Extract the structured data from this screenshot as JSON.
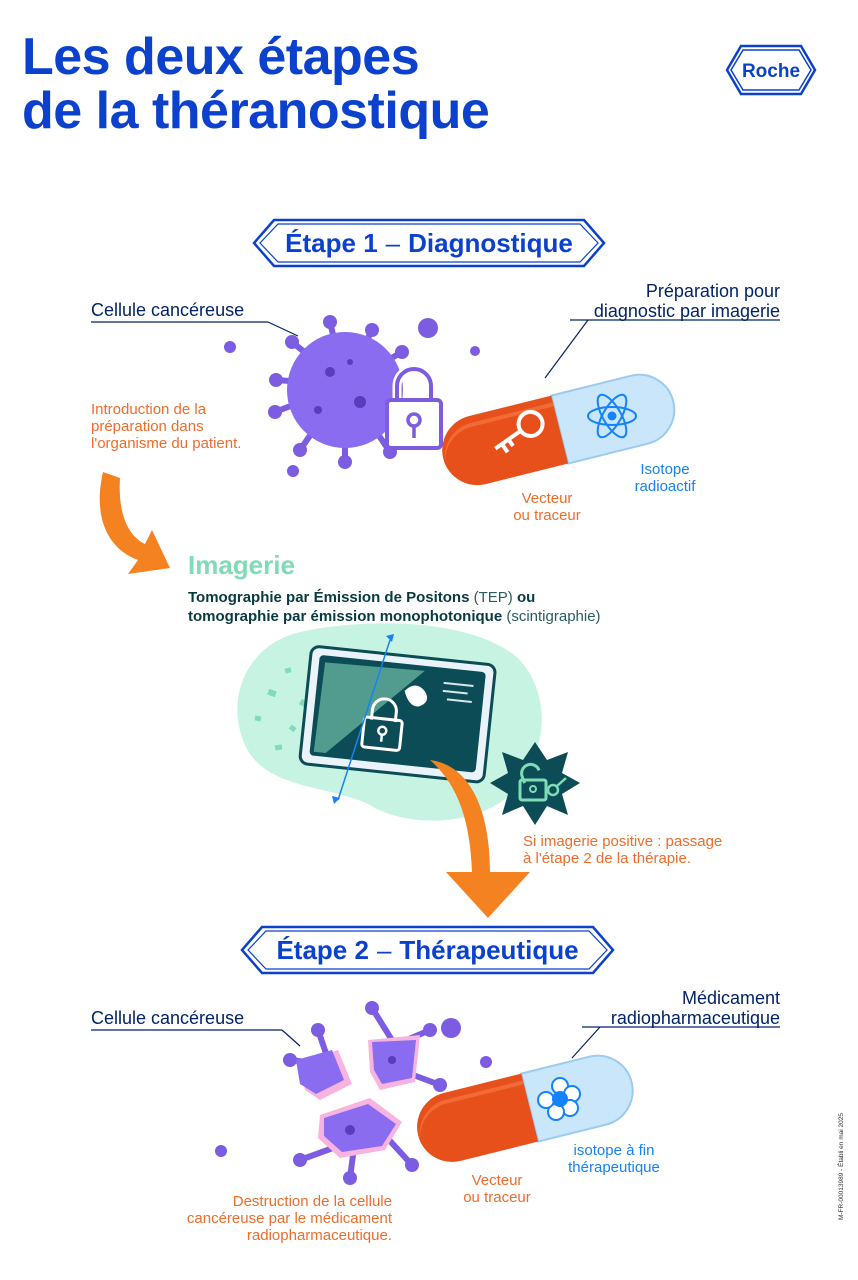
{
  "title": {
    "line1": "Les deux étapes",
    "line2": "de la théranostique"
  },
  "logo": {
    "text": "Roche"
  },
  "stage1": {
    "label_part1": "Étape 1",
    "label_dash": "–",
    "label_part2": "Diagnostique",
    "cell_label": "Cellule cancéreuse",
    "prep_label_line1": "Préparation pour",
    "prep_label_line2": "diagnostic par imagerie",
    "intro_line1": "Introduction de la",
    "intro_line2": "préparation dans",
    "intro_line3": "l'organisme du patient.",
    "isotope_line1": "Isotope",
    "isotope_line2": "radioactif",
    "vector_line1": "Vecteur",
    "vector_line2": "ou traceur"
  },
  "imaging": {
    "heading": "Imagerie",
    "line1_a": "Tomographie par Émission de Positons ",
    "line1_b": "(TEP)",
    "line1_c": " ou",
    "line2_a": "tomographie par émission monophotonique ",
    "line2_b": "(scintigraphie)",
    "positive_line1": "Si imagerie positive : passage",
    "positive_line2": "à l'étape 2 de la thérapie."
  },
  "stage2": {
    "label_part1": "Étape 2",
    "label_dash": "–",
    "label_part2": "Thérapeutique",
    "cell_label": "Cellule cancéreuse",
    "drug_line1": "Médicament",
    "drug_line2": "radiopharmaceutique",
    "isotope_line1": "isotope à fin",
    "isotope_line2": "thérapeutique",
    "vector_line1": "Vecteur",
    "vector_line2": "ou traceur",
    "destruction_line1": "Destruction de la cellule",
    "destruction_line2": "cancéreuse par le médicament",
    "destruction_line3": "radiopharmaceutique."
  },
  "footnote": "M-FR-00013989 - Établi en mai 2025",
  "colors": {
    "blue": "#0b41cd",
    "navy": "#022366",
    "orange": "#ed6d2a",
    "purple": "#7c5ce0",
    "mint": "#c7f4e2",
    "teal": "#0c4c56",
    "light_blue": "#bfe0fb"
  }
}
